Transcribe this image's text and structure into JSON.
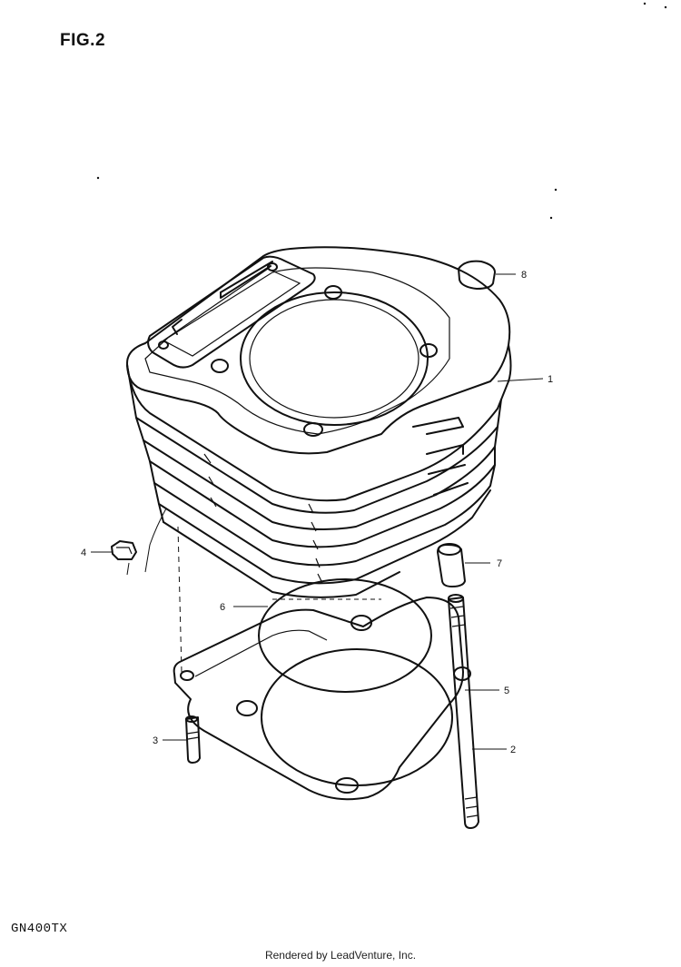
{
  "figure": {
    "title": "FIG.2",
    "model_code": "GN400TX",
    "footer": "Rendered by LeadVenture, Inc."
  },
  "callouts": [
    {
      "id": "1",
      "label": "1"
    },
    {
      "id": "2",
      "label": "2"
    },
    {
      "id": "3",
      "label": "3"
    },
    {
      "id": "4",
      "label": "4"
    },
    {
      "id": "5",
      "label": "5"
    },
    {
      "id": "6",
      "label": "6"
    },
    {
      "id": "7",
      "label": "7"
    },
    {
      "id": "8",
      "label": "8"
    }
  ]
}
